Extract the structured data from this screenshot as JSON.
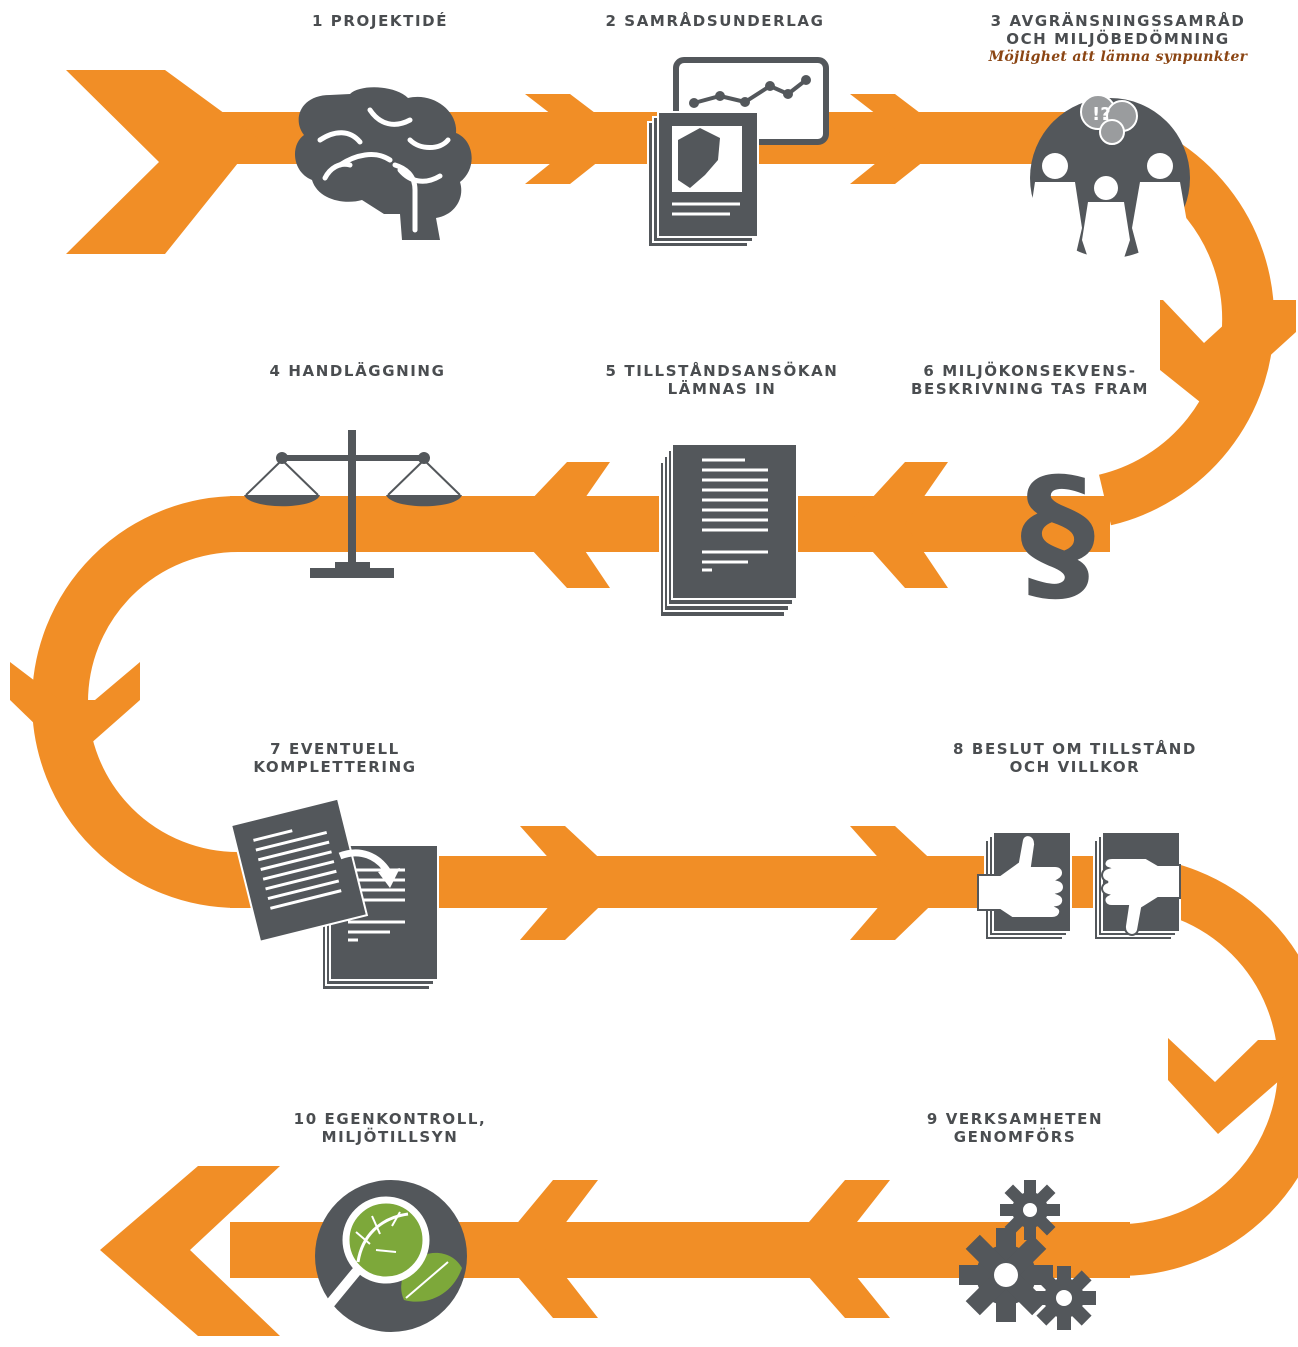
{
  "colors": {
    "path": "#f18e26",
    "icon": "#53575b",
    "icon_light": "#ffffff",
    "leaf": "#7da83a",
    "leaf_dark": "#5c8a2a",
    "note": "#8b4513"
  },
  "steps": [
    {
      "number": "1",
      "lines": [
        "1 PROJEKTIDÉ"
      ],
      "icon": "brain-icon"
    },
    {
      "number": "2",
      "lines": [
        "2 SAMRÅDSUNDERLAG"
      ],
      "icon": "presentation-documents-icon"
    },
    {
      "number": "3",
      "lines": [
        "3 AVGRÄNSNINGSSAMRÅD",
        "OCH MILJÖBEDÖMNING"
      ],
      "note": "Möjlighet att lämna synpunkter",
      "icon": "people-discussion-icon"
    },
    {
      "number": "4",
      "lines": [
        "4 HANDLÄGGNING"
      ],
      "icon": "scales-icon"
    },
    {
      "number": "5",
      "lines": [
        "5 TILLSTÅNDSANSÖKAN",
        "LÄMNAS IN"
      ],
      "icon": "document-stack-icon"
    },
    {
      "number": "6",
      "lines": [
        "6 MILJÖKONSEKVENS-",
        "BESKRIVNING TAS FRAM"
      ],
      "icon": "paragraph-icon"
    },
    {
      "number": "7",
      "lines": [
        "7 EVENTUELL",
        "KOMPLETTERING"
      ],
      "icon": "document-supplement-icon"
    },
    {
      "number": "8",
      "lines": [
        "8 BESLUT OM TILLSTÅND",
        "OCH VILLKOR"
      ],
      "icon": "thumbs-up-down-icon"
    },
    {
      "number": "9",
      "lines": [
        "9 VERKSAMHETEN",
        "GENOMFÖRS"
      ],
      "icon": "gears-icon"
    },
    {
      "number": "10",
      "lines": [
        "10 EGENKONTROLL,",
        "MILJÖTILLSYN"
      ],
      "icon": "magnifier-leaf-icon"
    }
  ]
}
